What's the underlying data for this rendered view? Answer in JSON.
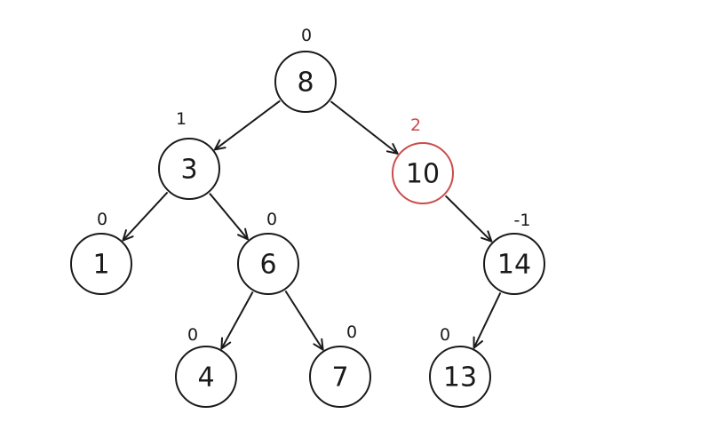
{
  "tree": {
    "nodes": [
      {
        "id": "n8",
        "value": "8",
        "balance": "0",
        "highlight": false
      },
      {
        "id": "n3",
        "value": "3",
        "balance": "1",
        "highlight": false
      },
      {
        "id": "n10",
        "value": "10",
        "balance": "2",
        "highlight": true
      },
      {
        "id": "n1",
        "value": "1",
        "balance": "0",
        "highlight": false
      },
      {
        "id": "n6",
        "value": "6",
        "balance": "0",
        "highlight": false
      },
      {
        "id": "n14",
        "value": "14",
        "balance": "-1",
        "highlight": false
      },
      {
        "id": "n4",
        "value": "4",
        "balance": "0",
        "highlight": false
      },
      {
        "id": "n7",
        "value": "7",
        "balance": "0",
        "highlight": false
      },
      {
        "id": "n13",
        "value": "13",
        "balance": "0",
        "highlight": false
      }
    ],
    "edges": [
      {
        "from": "n8",
        "to": "n3"
      },
      {
        "from": "n8",
        "to": "n10"
      },
      {
        "from": "n3",
        "to": "n1"
      },
      {
        "from": "n3",
        "to": "n6"
      },
      {
        "from": "n10",
        "to": "n14"
      },
      {
        "from": "n6",
        "to": "n4"
      },
      {
        "from": "n6",
        "to": "n7"
      },
      {
        "from": "n14",
        "to": "n13"
      }
    ],
    "colors": {
      "default": "#1a1a1a",
      "highlight": "#cc4b4b"
    }
  }
}
